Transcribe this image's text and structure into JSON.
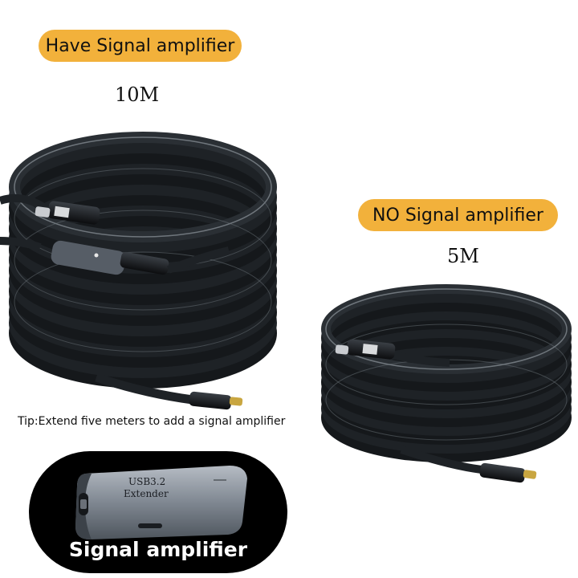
{
  "labels": {
    "with_amplifier": "Have Signal amplifier",
    "without_amplifier": "NO Signal amplifier"
  },
  "lengths": {
    "with_amplifier": "10M",
    "without_amplifier": "5M"
  },
  "tip": "Tip:Extend five meters to add a signal amplifier",
  "amplifier": {
    "caption": "Signal amplifier",
    "print_line1": "USB3.2",
    "print_line2": "Extender"
  },
  "colors": {
    "pill": "#f2b13b",
    "cable": "#1e2226",
    "cable_highlight": "#8d949b",
    "connector": "#0f1113",
    "extender_body": "#8a929c"
  }
}
